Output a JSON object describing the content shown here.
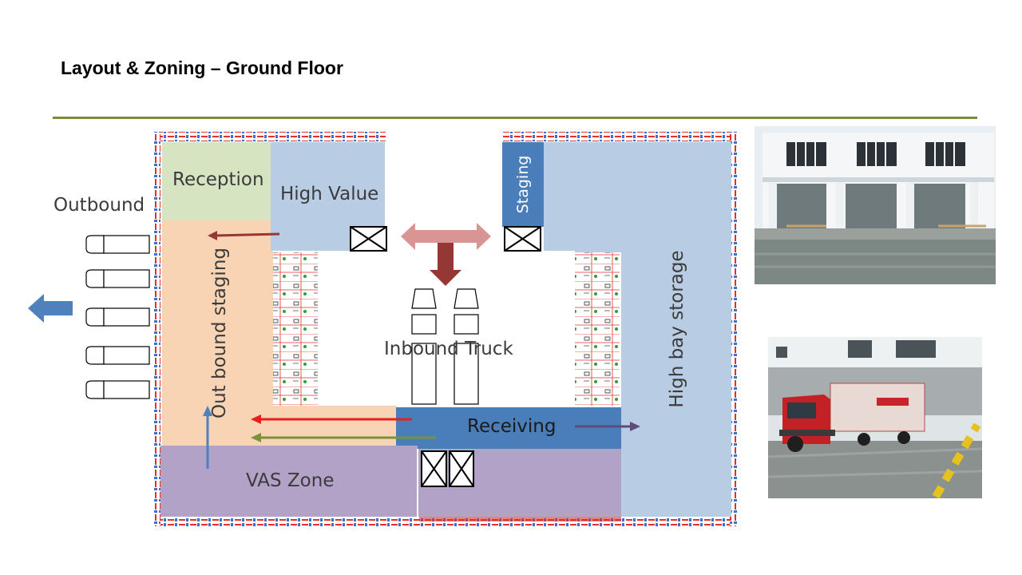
{
  "slide": {
    "title": "Layout & Zoning – Ground Floor"
  },
  "zones": {
    "reception": "Reception",
    "high_value": "High Value",
    "staging": "Staging",
    "outbound_staging": "Out bound staging",
    "high_bay_storage": "High bay storage",
    "receiving": "Receiving",
    "vas_zone": "VAS Zone",
    "inbound_truck": "Inbound Truck",
    "outbound": "Outbound"
  },
  "colors": {
    "reception": "#d6e4c2",
    "high_value": "#b8cce4",
    "staging": "#4a7ebb",
    "outbound_staging": "#f8d4b4",
    "high_bay": "#b8cce4",
    "receiving": "#4a7ebb",
    "vas": "#b3a2c7",
    "rule": "#7a8c3a",
    "arrow_red": "#e8201c",
    "arrow_green": "#77933c",
    "arrow_dark_red": "#953735",
    "arrow_purple": "#604a7b",
    "arrow_blue": "#4f81bd",
    "double_arrow": "#d99594"
  },
  "icons": {
    "dock_door": "dock-door-icon",
    "truck": "truck-icon",
    "outbound_arrow": "left-arrow-icon"
  }
}
